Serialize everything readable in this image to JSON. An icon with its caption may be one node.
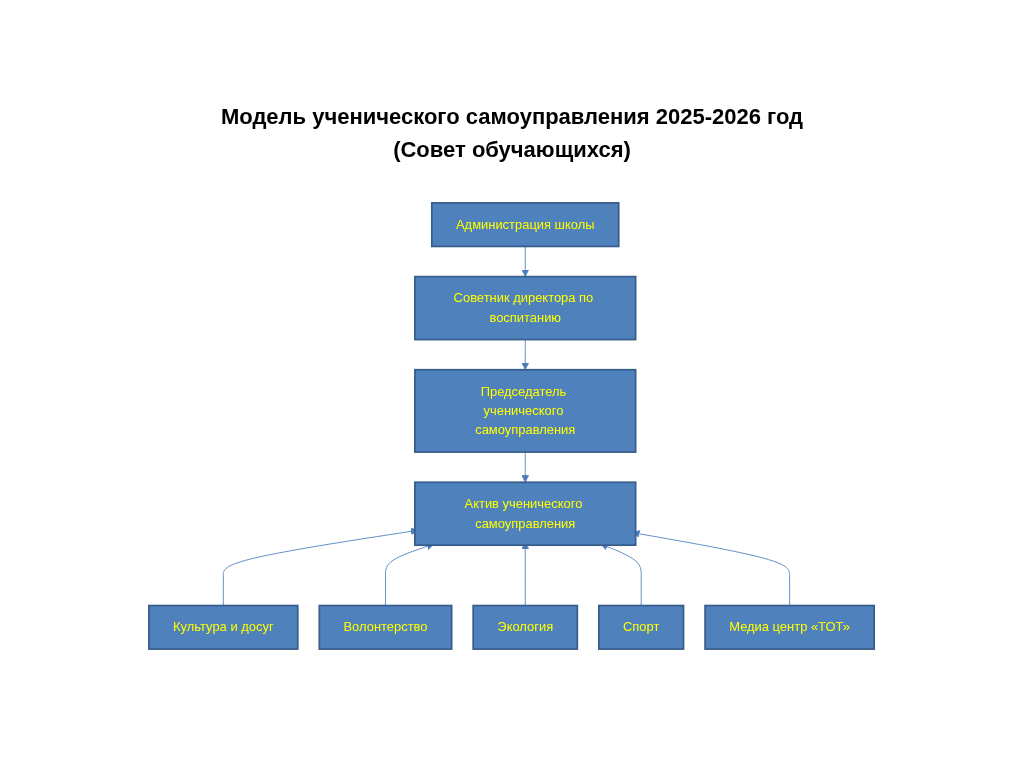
{
  "diagram": {
    "title": "Модель ученического самоуправления 2025-2026 год (Совет обучающихся)",
    "nodes": [
      {
        "text": [
          "Администрация школы"
        ]
      },
      {
        "text": [
          "Советник директора по воспитанию"
        ]
      },
      {
        "text": [
          "Председатель ученического самоуправления"
        ]
      },
      {
        "text": [
          "Актив ученического самоуправления"
        ]
      },
      {
        "text": [
          "Культура и досуг"
        ]
      },
      {
        "text": [
          "Медиа центр «ТОТ»"
        ]
      },
      {
        "text": [
          "Волонтерство"
        ]
      },
      {
        "text": [
          "Экология"
        ]
      },
      {
        "text": [
          "Спорт"
        ]
      }
    ],
    "edges": [
      {
        "from": 0,
        "to": 1,
        "arrow": "to"
      },
      {
        "from": 1,
        "to": 2,
        "arrow": "to"
      },
      {
        "from": 2,
        "to": 3,
        "arrow": "to"
      },
      {
        "from": 4,
        "to": 3,
        "arrow": "to"
      },
      {
        "from": 6,
        "to": 3,
        "arrow": "to"
      },
      {
        "from": 7,
        "to": 3,
        "arrow": "to"
      },
      {
        "from": 8,
        "to": 3,
        "arrow": "to"
      },
      {
        "from": 5,
        "to": 3,
        "arrow": "to"
      }
    ]
  }
}
